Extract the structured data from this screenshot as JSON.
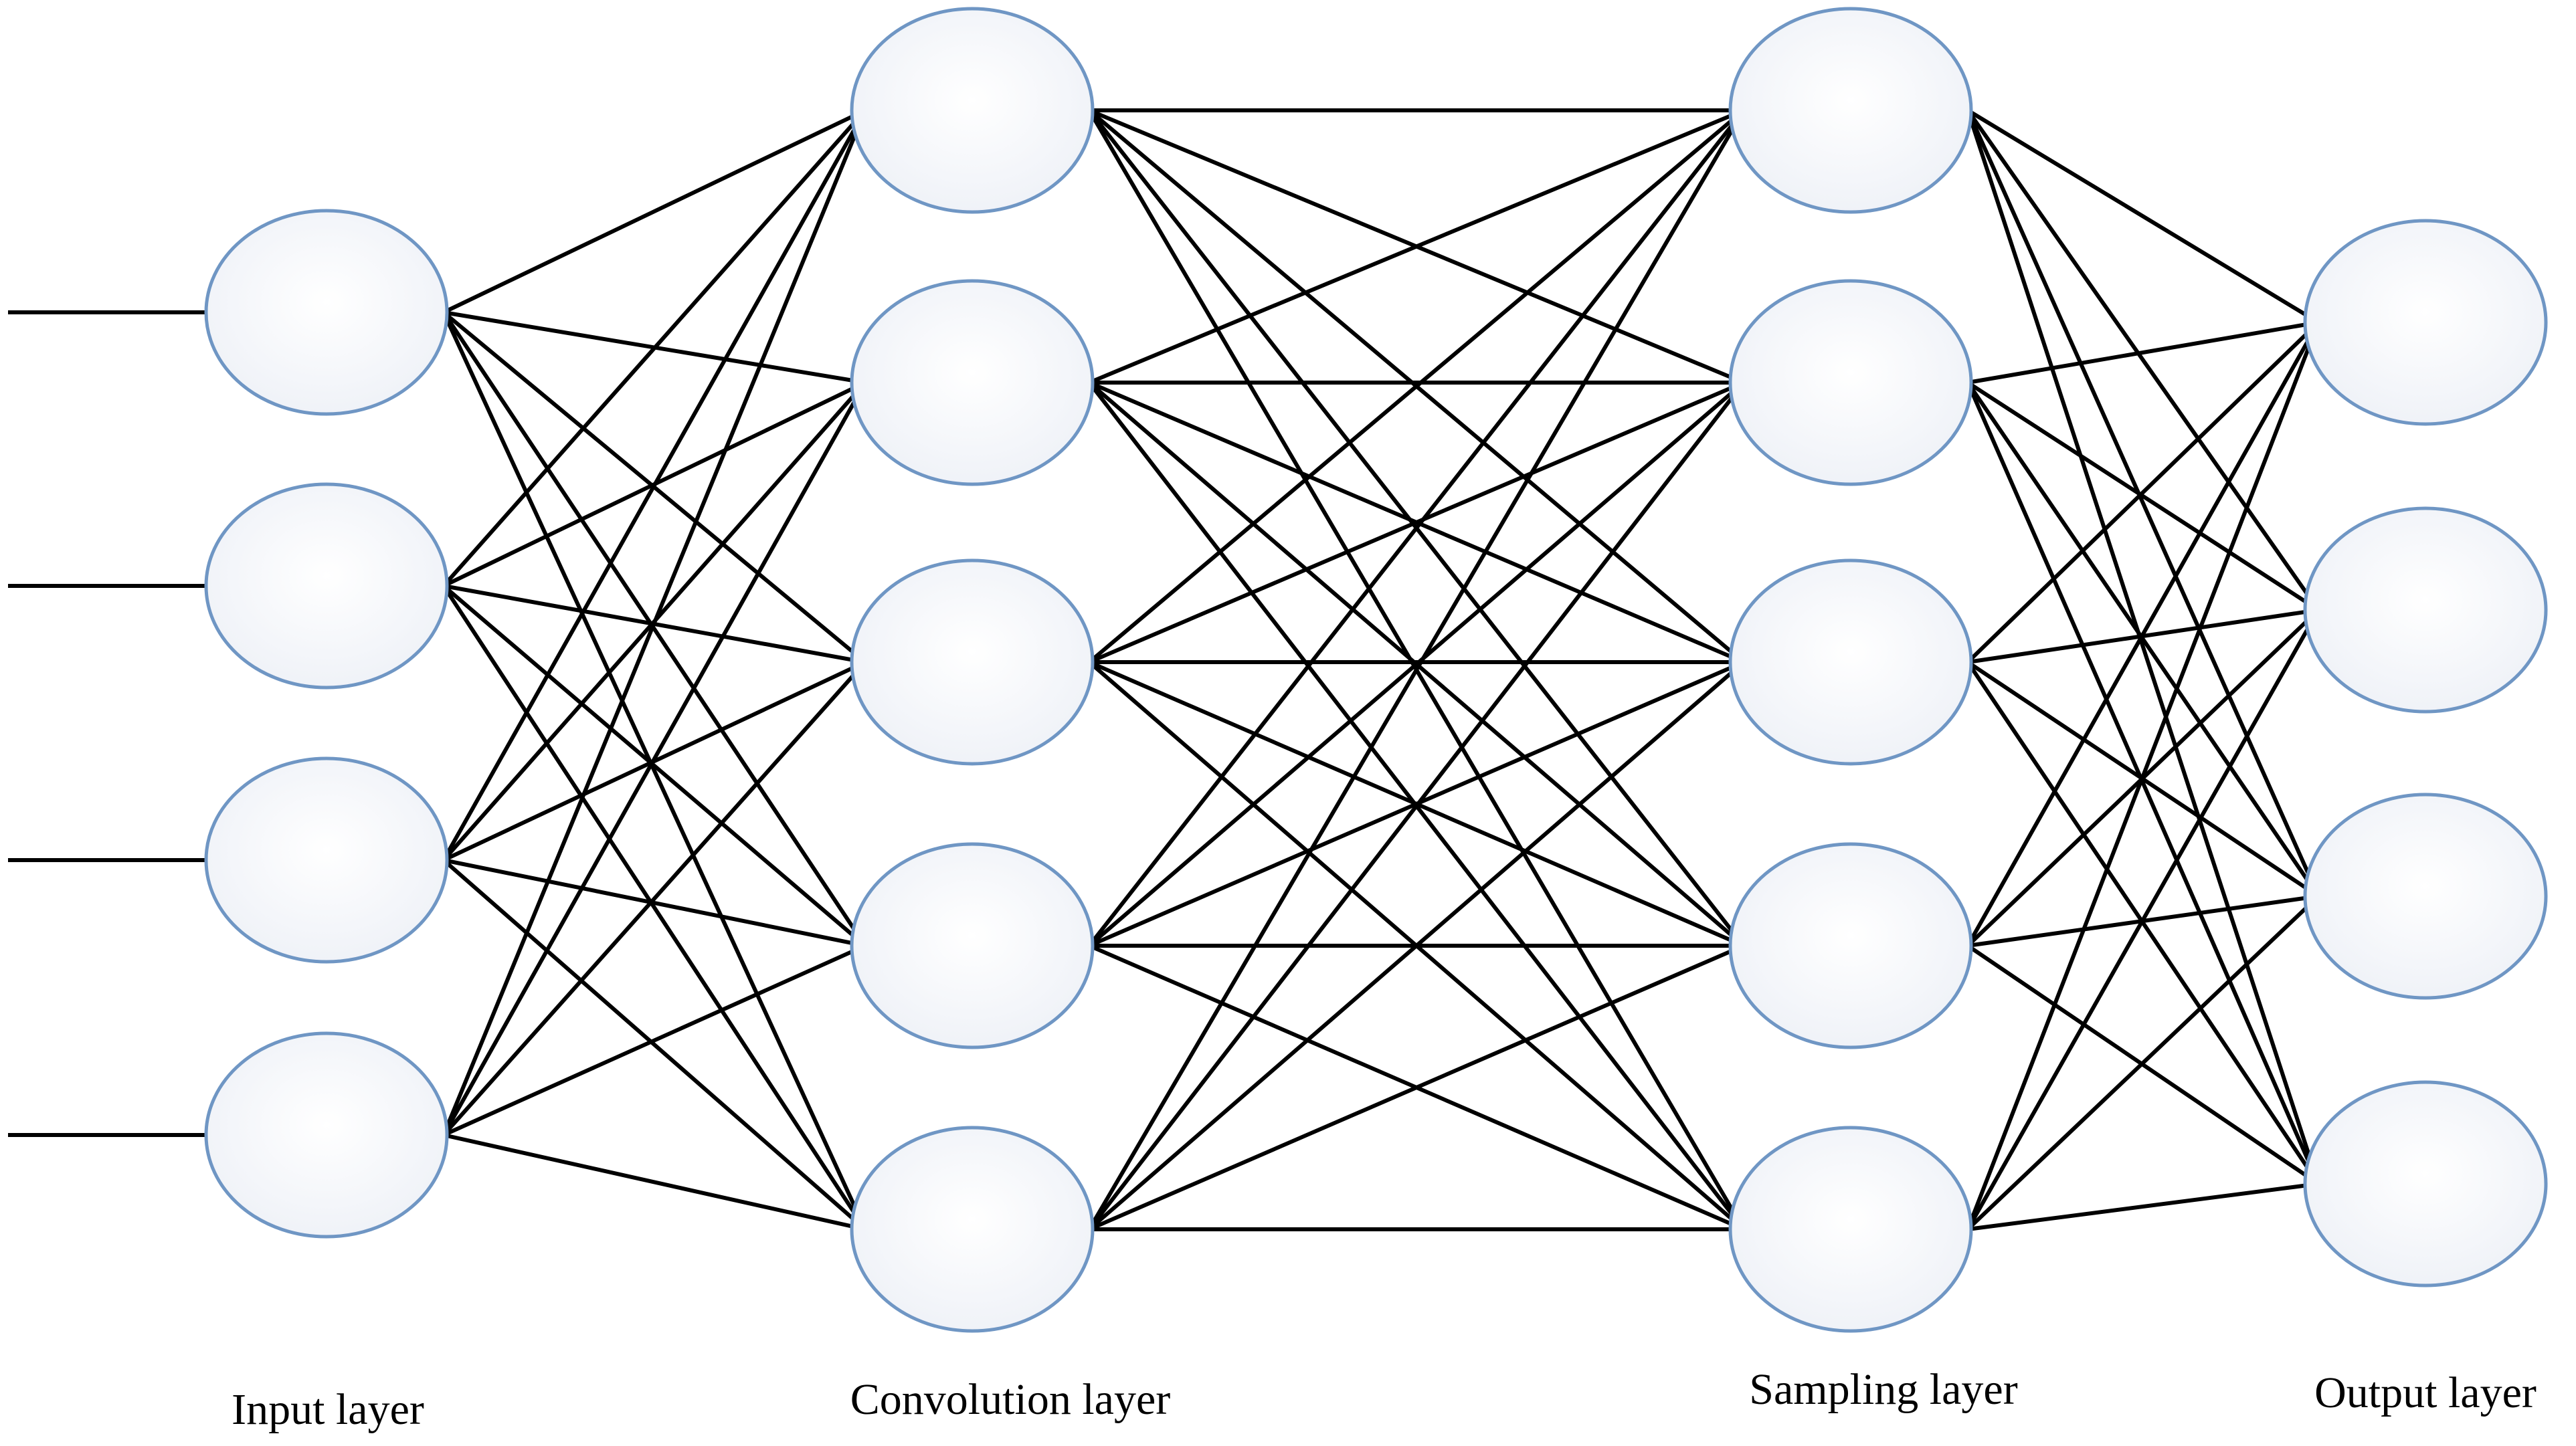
{
  "layers": [
    {
      "id": "input",
      "label": "Input layer",
      "nodes": 4
    },
    {
      "id": "convolution",
      "label": "Convolution layer",
      "nodes": 5
    },
    {
      "id": "sampling",
      "label": "Sampling layer",
      "nodes": 5
    },
    {
      "id": "output",
      "label": "Output layer",
      "nodes": 4
    }
  ],
  "connectivity": "fully-connected",
  "external_inputs": 4,
  "colors": {
    "node_stroke": "#6f96c4",
    "node_fill_center": "#ffffff",
    "node_fill_edge": "#eef1f7",
    "edge": "#000000",
    "background": "#ffffff"
  }
}
